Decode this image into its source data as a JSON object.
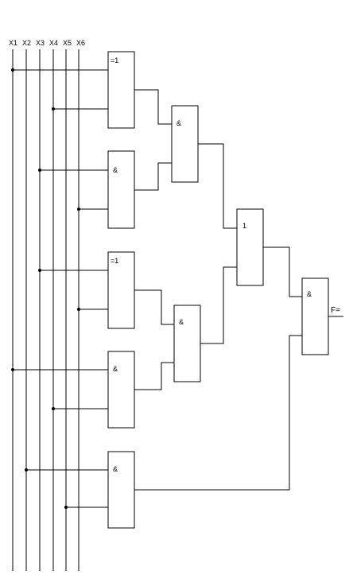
{
  "inputs": [
    "X1",
    "X2",
    "X3",
    "X4",
    "X5",
    "X6"
  ],
  "gates": {
    "g1": "=1",
    "g2": "&",
    "g3": "&",
    "g4": "=1",
    "g5": "&",
    "g6": "&",
    "g7": "&",
    "g8": "1",
    "g9": "&"
  },
  "output_label": "F="
}
